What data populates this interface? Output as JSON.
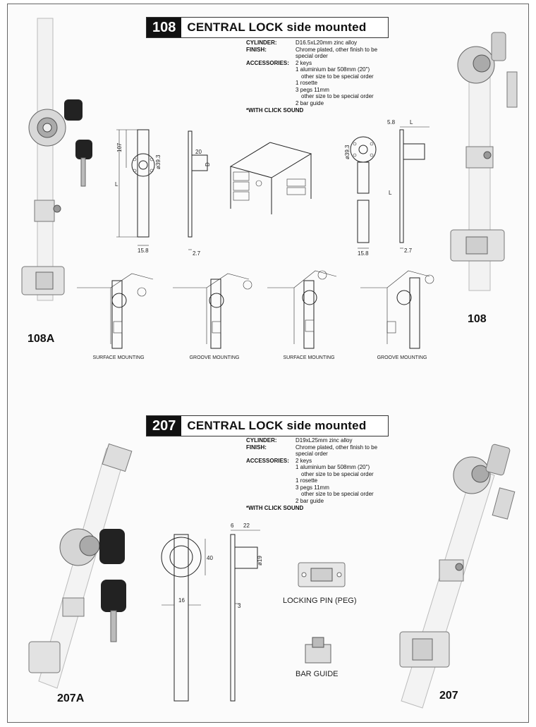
{
  "section1": {
    "number": "108",
    "title": "CENTRAL LOCK side mounted",
    "cylinder_label": "CYLINDER:",
    "cylinder_value": "D16.5xL20mm zinc alloy",
    "finish_label": "FINISH:",
    "finish_value": "Chrome plated, other finish to be special order",
    "accessories_label": "ACCESSORIES:",
    "accessories": [
      "2 keys",
      "1 aluminium bar 508mm (20\")",
      "other size to be special order",
      "1 rosette",
      "3 pegs 11mm",
      "other size to be special order",
      "2 bar guide"
    ],
    "note": "*WITH CLICK SOUND",
    "left_model": "108A",
    "right_model": "108",
    "dims": {
      "h107": "107",
      "d393a": "ø39.3",
      "w20": "20",
      "dd": "D",
      "L1": "L",
      "w158a": "15.8",
      "t27a": "2.7",
      "w58": "5.8",
      "L2": "L",
      "d393b": "ø39.3",
      "L3": "L",
      "w158b": "15.8",
      "t27b": "2.7"
    },
    "mountings": [
      "SURFACE MOUNTING",
      "GROOVE MOUNTING",
      "SURFACE MOUNTING",
      "GROOVE MOUNTING"
    ]
  },
  "section2": {
    "number": "207",
    "title": "CENTRAL LOCK side mounted",
    "cylinder_label": "CYLINDER:",
    "cylinder_value": "D19xL25mm zinc alloy",
    "finish_label": "FINISH:",
    "finish_value": "Chrome plated, other finish to be special order",
    "accessories_label": "ACCESSORIES:",
    "accessories": [
      "2 keys",
      "1 aluminium bar 508mm (20\")",
      "other size to be special order",
      "1 rosette",
      "3 pegs 11mm",
      "other size to be special order",
      "2 bar guide"
    ],
    "note": "*WITH CLICK SOUND",
    "left_model": "207A",
    "right_model": "207",
    "dims": {
      "d40": "40",
      "w16": "16",
      "w6": "6",
      "w22": "22",
      "d19": "ø19",
      "t3": "3"
    },
    "locking_pin": "LOCKING PIN (PEG)",
    "bar_guide": "BAR GUIDE"
  }
}
